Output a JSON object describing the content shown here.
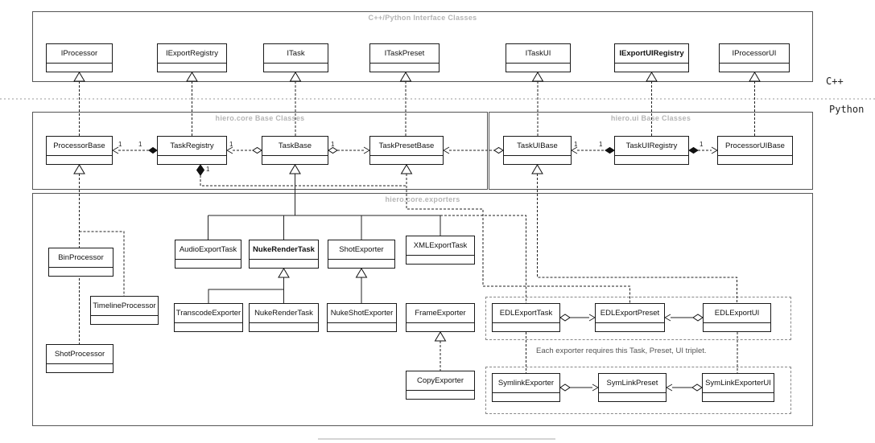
{
  "groups": {
    "interfaces": "C++/Python Interface Classes",
    "core": "hiero.core Base Classes",
    "ui": "hiero.ui Base Classes",
    "exporters": "hiero.core.exporters"
  },
  "languages": {
    "cpp": "C++",
    "python": "Python"
  },
  "classes": {
    "iprocessor": "IProcessor",
    "iexportregistry": "IExportRegistry",
    "itask": "ITask",
    "itaskpreset": "ITaskPreset",
    "itaskui": "ITaskUI",
    "iexportuiregistry": "IExportUIRegistry",
    "iprocessorui": "IProcessorUI",
    "processorbase": "ProcessorBase",
    "taskregistry": "TaskRegistry",
    "taskbase": "TaskBase",
    "taskpresetbase": "TaskPresetBase",
    "taskuibase": "TaskUIBase",
    "taskuiregistry": "TaskUIRegistry",
    "processoruibase": "ProcessorUIBase",
    "binprocessor": "BinProcessor",
    "timelineprocessor": "TimelineProcessor",
    "shotprocessor": "ShotProcessor",
    "audioexporttask": "AudioExportTask",
    "nukerendertask1": "NukeRenderTask",
    "shotexporter": "ShotExporter",
    "xmlexporttask": "XMLExportTask",
    "transcodeexporter": "TranscodeExporter",
    "nukerendertask2": "NukeRenderTask",
    "nukeshotexporter": "NukeShotExporter",
    "frameexporter": "FrameExporter",
    "copyexporter": "CopyExporter",
    "edlexporttask": "EDLExportTask",
    "edlexportpreset": "EDLExportPreset",
    "edlexportui": "EDLExportUI",
    "symlinkexporter": "SymlinkExporter",
    "symlinkpreset": "SymLinkPreset",
    "symlinkexporterui": "SymLinkExporterUI"
  },
  "note": "Each exporter requires this Task, Preset, UI triplet.",
  "mult": {
    "m1": "1",
    "m2": "1",
    "m3": "1",
    "m4": "1",
    "m5": "1",
    "m6": "1",
    "m7": "1",
    "m8": "1"
  }
}
